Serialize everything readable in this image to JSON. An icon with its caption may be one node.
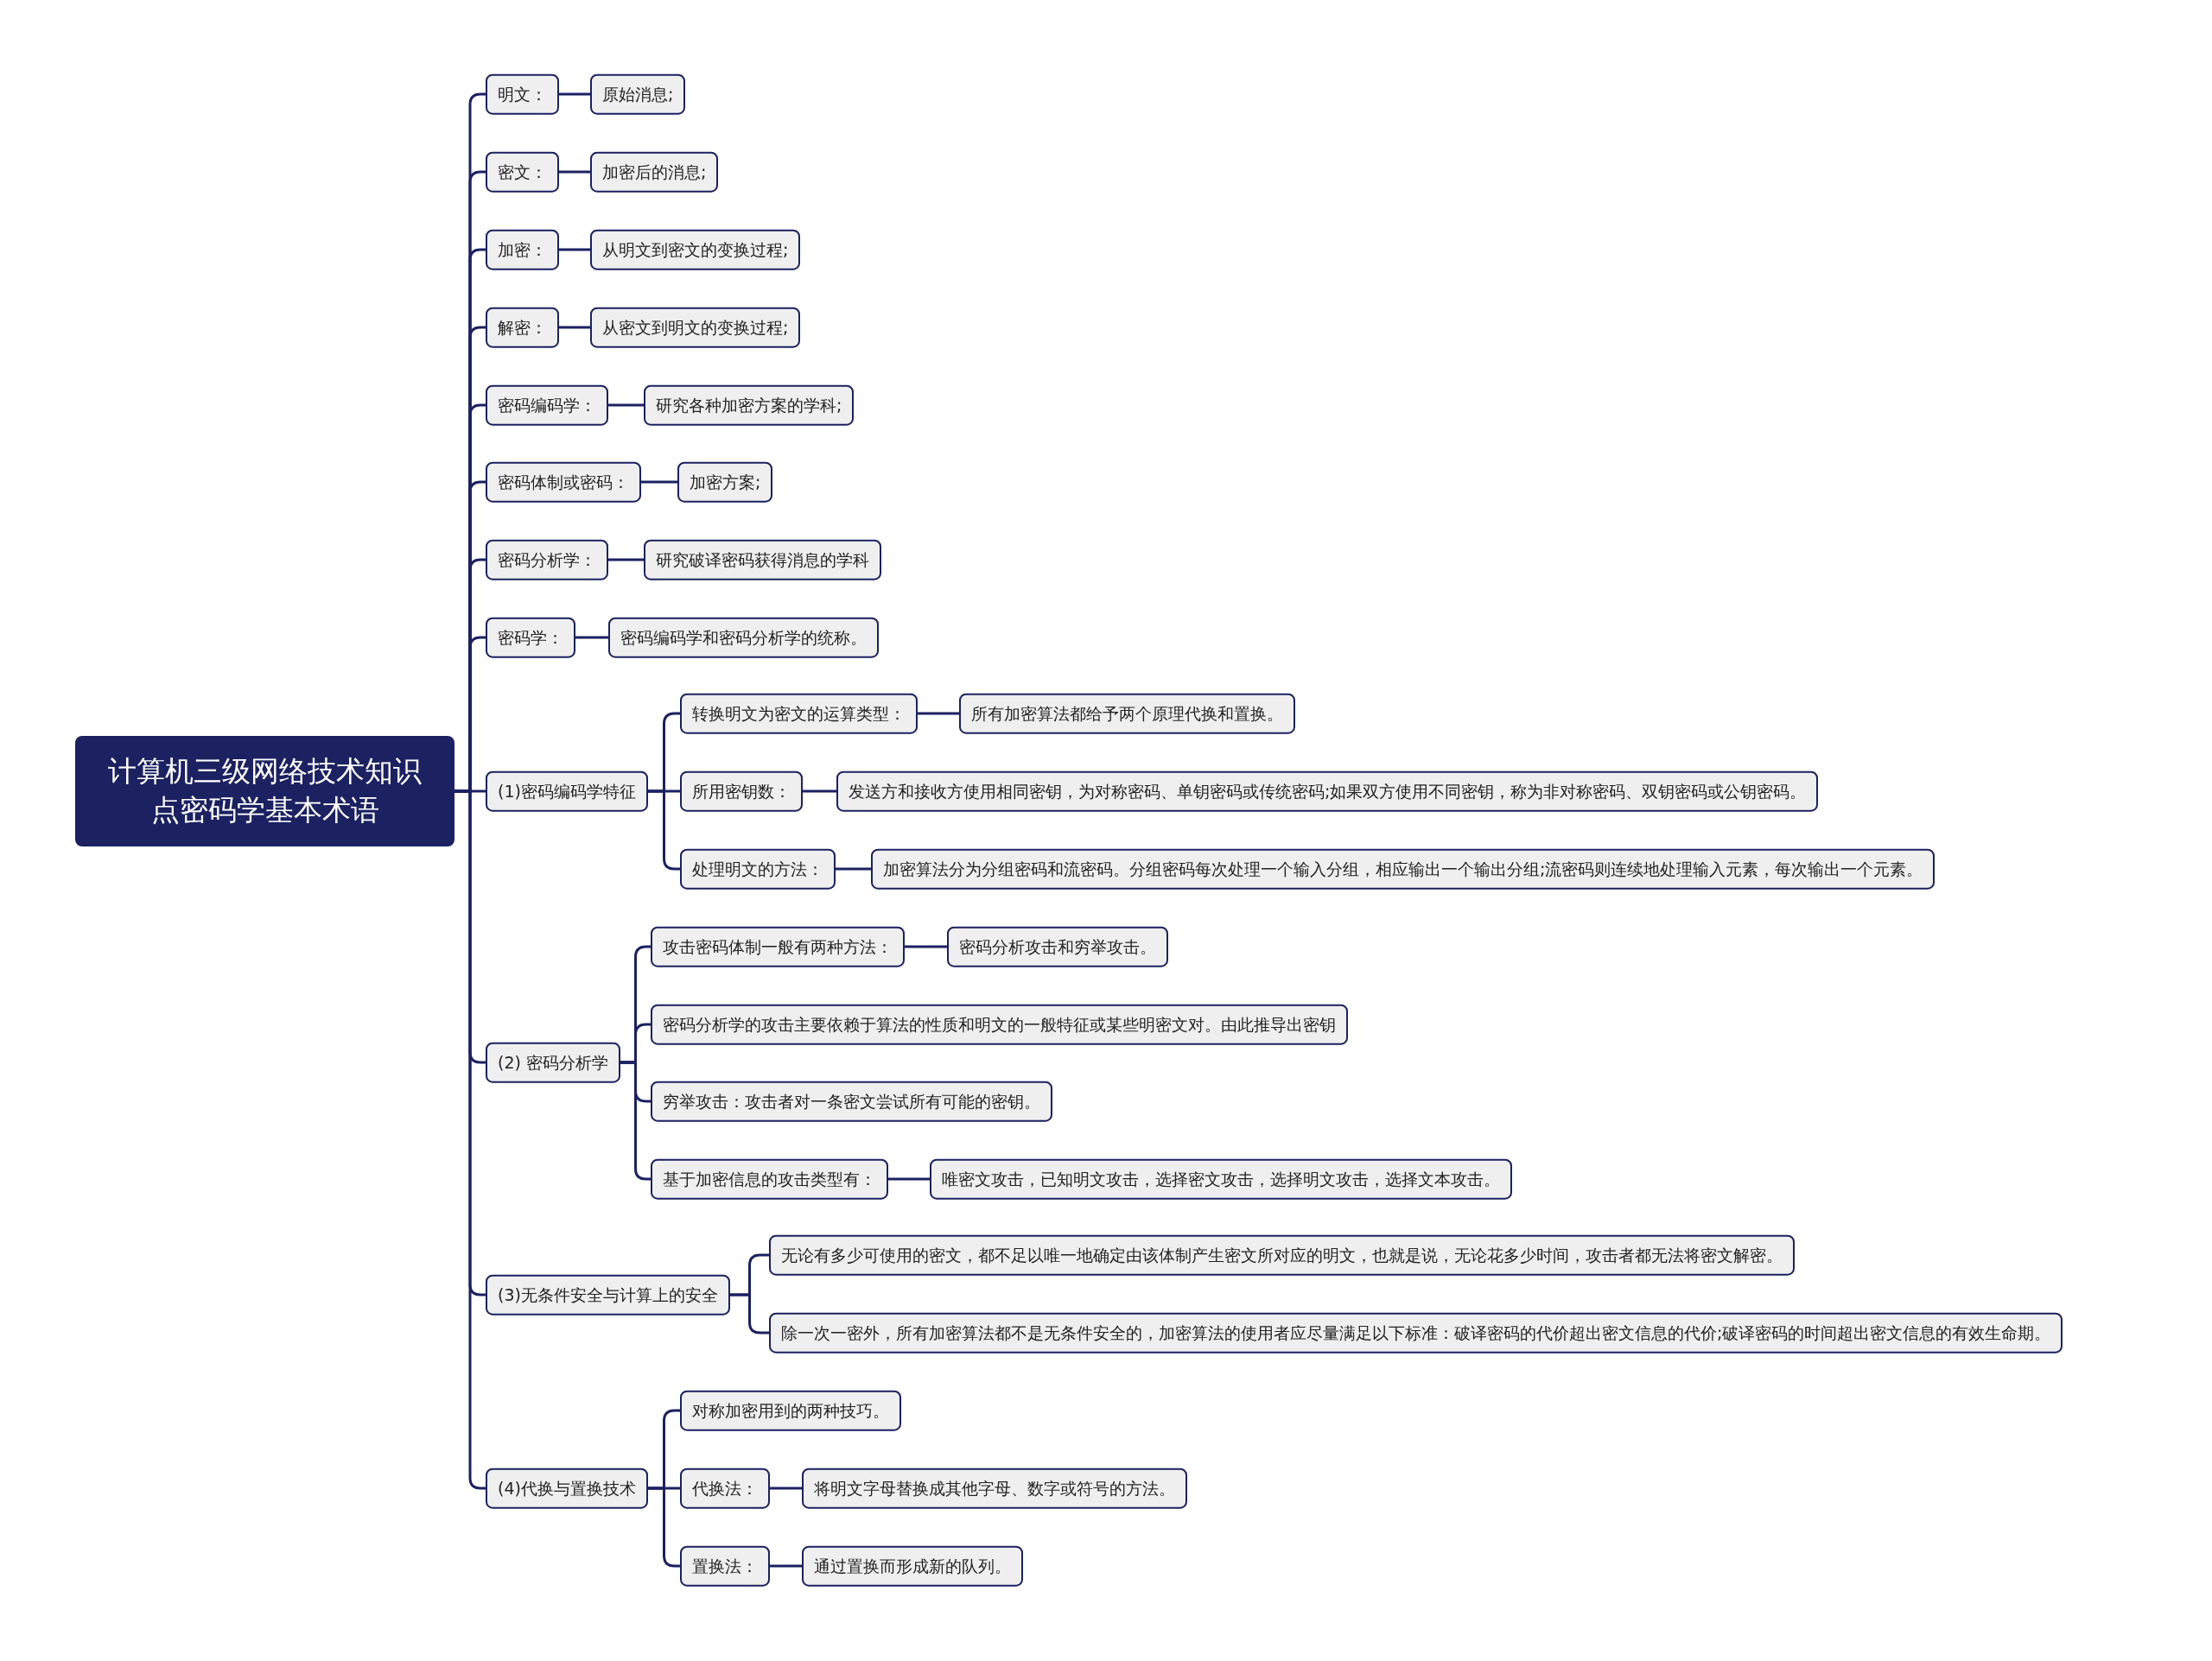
{
  "diagram": {
    "nodes": [
      {
        "text": [
          "计算机三级网络技术知识点密码学基本术语"
        ]
      },
      {
        "text": [
          "明文："
        ]
      },
      {
        "text": [
          "原始消息;"
        ]
      },
      {
        "text": [
          "密文："
        ]
      },
      {
        "text": [
          "加密后的消息;"
        ]
      },
      {
        "text": [
          "加密："
        ]
      },
      {
        "text": [
          "从明文到密文的变换过程;"
        ]
      },
      {
        "text": [
          "解密："
        ]
      },
      {
        "text": [
          "从密文到明文的变换过程;"
        ]
      },
      {
        "text": [
          "密码编码学："
        ]
      },
      {
        "text": [
          "研究各种加密方案的学科;"
        ]
      },
      {
        "text": [
          "密码体制或密码："
        ]
      },
      {
        "text": [
          "加密方案;"
        ]
      },
      {
        "text": [
          "密码分析学："
        ]
      },
      {
        "text": [
          "研究破译密码获得消息的学科"
        ]
      },
      {
        "text": [
          "密码学："
        ]
      },
      {
        "text": [
          "密码编码学和密码分析学的统称。"
        ]
      },
      {
        "text": [
          "(1)密码编码学特征"
        ]
      },
      {
        "text": [
          "转换明文为密文的运算类型："
        ]
      },
      {
        "text": [
          "所有加密算法都给予两个原理代换和置换。"
        ]
      },
      {
        "text": [
          "所用密钥数："
        ]
      },
      {
        "text": [
          "发送方和接收方使用相同密钥，为对称密码、单钥密码或传统密码;如果双方使用不同密钥，称为非对称密码、双钥密码或公钥密码。"
        ]
      },
      {
        "text": [
          "处理明文的方法："
        ]
      },
      {
        "text": [
          "加密算法分为分组密码和流密码。分组密码每次处理一个输入分组，相应输出一个输出分组;流密码则连续地处理输入元素，每次输出一个元素。"
        ]
      },
      {
        "text": [
          "(2) 密码分析学"
        ]
      },
      {
        "text": [
          "攻击密码体制一般有两种方法："
        ]
      },
      {
        "text": [
          "密码分析攻击和穷举攻击。"
        ]
      },
      {
        "text": [
          "密码分析学的攻击主要依赖于算法的性质和明文的一般特征或某些明密文对。由此推导出密钥"
        ]
      },
      {
        "text": [
          "穷举攻击：攻击者对一条密文尝试所有可能的密钥。"
        ]
      },
      {
        "text": [
          "基于加密信息的攻击类型有："
        ]
      },
      {
        "text": [
          "唯密文攻击，已知明文攻击，选择密文攻击，选择明文攻击，选择文本攻击。"
        ]
      },
      {
        "text": [
          "(3)无条件安全与计算上的安全"
        ]
      },
      {
        "text": [
          "无论有多少可使用的密文，都不足以唯一地确定由该体制产生密文所对应的明文，也就是说，无论花多少时间，攻击者都无法将密文解密。"
        ]
      },
      {
        "text": [
          "除一次一密外，所有加密算法都不是无条件安全的，加密算法的使用者应尽量满足以下标准：破译密码的代价超出密文信息的代价;破译密码的时间超出密文信息的有效生命期。"
        ]
      },
      {
        "text": [
          "(4)代换与置换技术"
        ]
      },
      {
        "text": [
          "对称加密用到的两种技巧。"
        ]
      },
      {
        "text": [
          "代换法："
        ]
      },
      {
        "text": [
          "将明文字母替换成其他字母、数字或符号的方法。"
        ]
      },
      {
        "text": [
          "置换法："
        ]
      },
      {
        "text": [
          "通过置换而形成新的队列。"
        ]
      }
    ],
    "edges": [
      {
        "from": 0,
        "to": 1,
        "arrow": "none"
      },
      {
        "from": 0,
        "to": 3,
        "arrow": "none"
      },
      {
        "from": 0,
        "to": 5,
        "arrow": "none"
      },
      {
        "from": 0,
        "to": 7,
        "arrow": "none"
      },
      {
        "from": 0,
        "to": 9,
        "arrow": "none"
      },
      {
        "from": 0,
        "to": 11,
        "arrow": "none"
      },
      {
        "from": 0,
        "to": 13,
        "arrow": "none"
      },
      {
        "from": 0,
        "to": 15,
        "arrow": "none"
      },
      {
        "from": 0,
        "to": 17,
        "arrow": "none"
      },
      {
        "from": 0,
        "to": 24,
        "arrow": "none"
      },
      {
        "from": 0,
        "to": 31,
        "arrow": "none"
      },
      {
        "from": 0,
        "to": 34,
        "arrow": "none"
      },
      {
        "from": 1,
        "to": 2,
        "arrow": "none"
      },
      {
        "from": 3,
        "to": 4,
        "arrow": "none"
      },
      {
        "from": 5,
        "to": 6,
        "arrow": "none"
      },
      {
        "from": 7,
        "to": 8,
        "arrow": "none"
      },
      {
        "from": 9,
        "to": 10,
        "arrow": "none"
      },
      {
        "from": 11,
        "to": 12,
        "arrow": "none"
      },
      {
        "from": 13,
        "to": 14,
        "arrow": "none"
      },
      {
        "from": 15,
        "to": 16,
        "arrow": "none"
      },
      {
        "from": 17,
        "to": 18,
        "arrow": "none"
      },
      {
        "from": 17,
        "to": 20,
        "arrow": "none"
      },
      {
        "from": 17,
        "to": 22,
        "arrow": "none"
      },
      {
        "from": 18,
        "to": 19,
        "arrow": "none"
      },
      {
        "from": 20,
        "to": 21,
        "arrow": "none"
      },
      {
        "from": 22,
        "to": 23,
        "arrow": "none"
      },
      {
        "from": 24,
        "to": 25,
        "arrow": "none"
      },
      {
        "from": 24,
        "to": 27,
        "arrow": "none"
      },
      {
        "from": 24,
        "to": 28,
        "arrow": "none"
      },
      {
        "from": 24,
        "to": 29,
        "arrow": "none"
      },
      {
        "from": 25,
        "to": 26,
        "arrow": "none"
      },
      {
        "from": 29,
        "to": 30,
        "arrow": "none"
      },
      {
        "from": 31,
        "to": 32,
        "arrow": "none"
      },
      {
        "from": 31,
        "to": 33,
        "arrow": "none"
      },
      {
        "from": 34,
        "to": 35,
        "arrow": "none"
      },
      {
        "from": 34,
        "to": 36,
        "arrow": "none"
      },
      {
        "from": 34,
        "to": 38,
        "arrow": "none"
      },
      {
        "from": 36,
        "to": 37,
        "arrow": "none"
      },
      {
        "from": 38,
        "to": 39,
        "arrow": "none"
      }
    ]
  }
}
